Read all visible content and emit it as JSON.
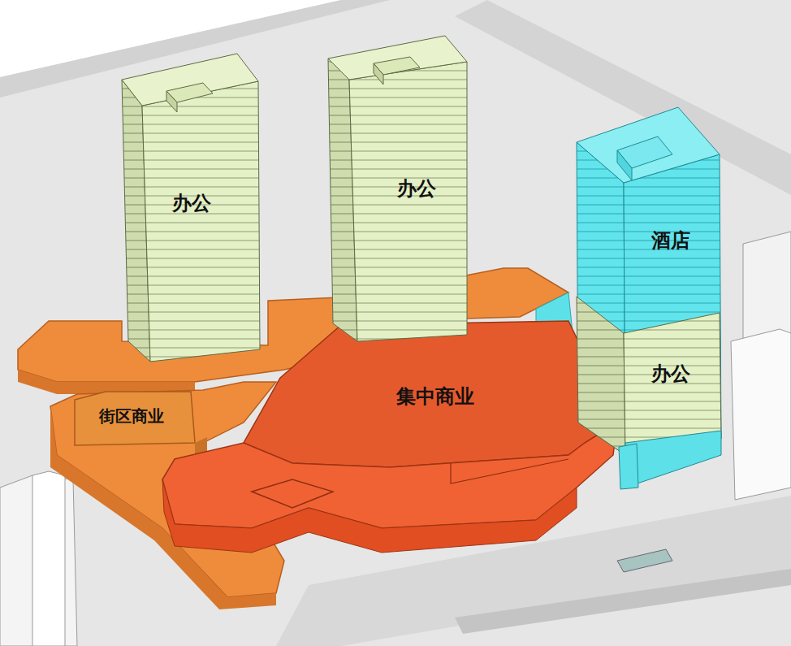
{
  "diagram": {
    "nodes": [
      {
        "text": [
          "办公"
        ]
      },
      {
        "text": [
          "办公"
        ]
      },
      {
        "text": [
          "酒店"
        ]
      },
      {
        "text": [
          "办公"
        ]
      },
      {
        "text": [
          "街区商业"
        ]
      },
      {
        "text": [
          "集中商业"
        ]
      }
    ]
  }
}
